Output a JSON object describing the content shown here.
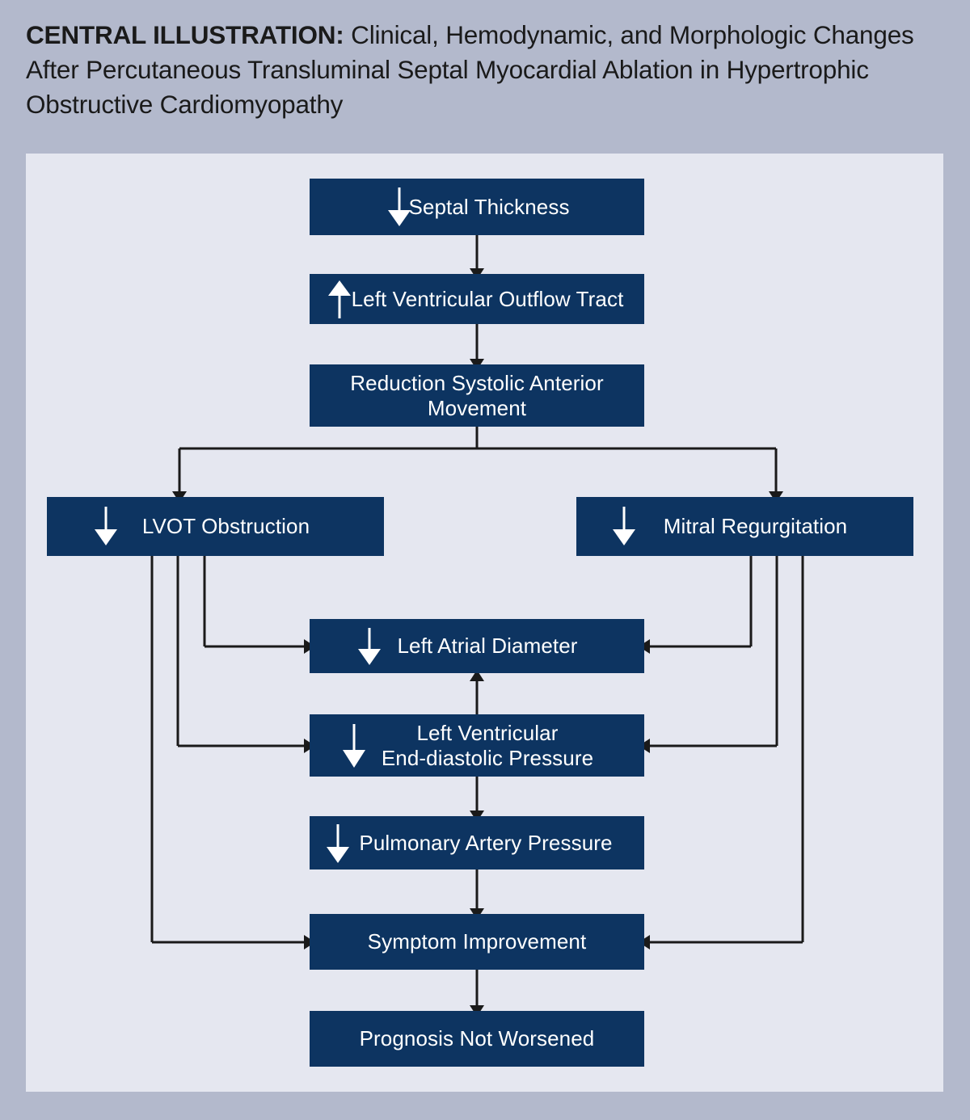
{
  "title": {
    "lead": "CENTRAL ILLUSTRATION:",
    "rest": " Clinical, Hemodynamic, and Morphologic Changes After Percutaneous Transluminal Septal Myocardial Ablation in Hypertrophic Obstructive Cardiomyopathy"
  },
  "colors": {
    "page_background": "#b3b9cc",
    "panel_background": "#e5e7f0",
    "node_fill": "#0d3461",
    "node_text": "#ffffff",
    "connector": "#1a1a1a",
    "title_text": "#1a1a1a"
  },
  "chart_data": {
    "type": "diagram",
    "title": "Clinical, Hemodynamic, and Morphologic Changes After Percutaneous Transluminal Septal Myocardial Ablation in Hypertrophic Obstructive Cardiomyopathy",
    "nodes": [
      {
        "id": "septal",
        "label": "Septal Thickness",
        "arrow": "down",
        "arrow_position": "inline-left"
      },
      {
        "id": "lvot_tract",
        "label": "Left Ventricular Outflow Tract",
        "arrow": "up",
        "arrow_position": "inline-left"
      },
      {
        "id": "sam",
        "label": "Reduction Systolic Anterior\nMovement",
        "arrow": "none",
        "arrow_position": "none"
      },
      {
        "id": "lvot_obstr",
        "label": "LVOT Obstruction",
        "arrow": "down",
        "arrow_position": "inline-left"
      },
      {
        "id": "mitral",
        "label": "Mitral Regurgitation",
        "arrow": "down",
        "arrow_position": "inline-left"
      },
      {
        "id": "la_diameter",
        "label": "Left Atrial Diameter",
        "arrow": "down",
        "arrow_position": "inline-left"
      },
      {
        "id": "lvedp",
        "label": "Left Ventricular\nEnd-diastolic Pressure",
        "arrow": "down",
        "arrow_position": "inline-left"
      },
      {
        "id": "pap",
        "label": "Pulmonary Artery Pressure",
        "arrow": "down",
        "arrow_position": "inline-left"
      },
      {
        "id": "symptom",
        "label": "Symptom Improvement",
        "arrow": "none",
        "arrow_position": "none"
      },
      {
        "id": "prognosis",
        "label": "Prognosis Not Worsened",
        "arrow": "none",
        "arrow_position": "none"
      }
    ],
    "edges": [
      {
        "from": "septal",
        "to": "lvot_tract",
        "style": "straight-down"
      },
      {
        "from": "lvot_tract",
        "to": "sam",
        "style": "straight-down"
      },
      {
        "from": "sam",
        "to": "lvot_obstr",
        "style": "split-left"
      },
      {
        "from": "sam",
        "to": "mitral",
        "style": "split-right"
      },
      {
        "from": "lvot_obstr",
        "to": "la_diameter",
        "style": "elbow-right"
      },
      {
        "from": "lvot_obstr",
        "to": "lvedp",
        "style": "elbow-right"
      },
      {
        "from": "lvot_obstr",
        "to": "symptom",
        "style": "elbow-right"
      },
      {
        "from": "mitral",
        "to": "la_diameter",
        "style": "elbow-left"
      },
      {
        "from": "mitral",
        "to": "lvedp",
        "style": "elbow-left"
      },
      {
        "from": "mitral",
        "to": "symptom",
        "style": "elbow-left"
      },
      {
        "from": "lvedp",
        "to": "la_diameter",
        "style": "straight-up"
      },
      {
        "from": "lvedp",
        "to": "pap",
        "style": "straight-down"
      },
      {
        "from": "pap",
        "to": "symptom",
        "style": "straight-down"
      },
      {
        "from": "symptom",
        "to": "prognosis",
        "style": "straight-down"
      }
    ]
  }
}
